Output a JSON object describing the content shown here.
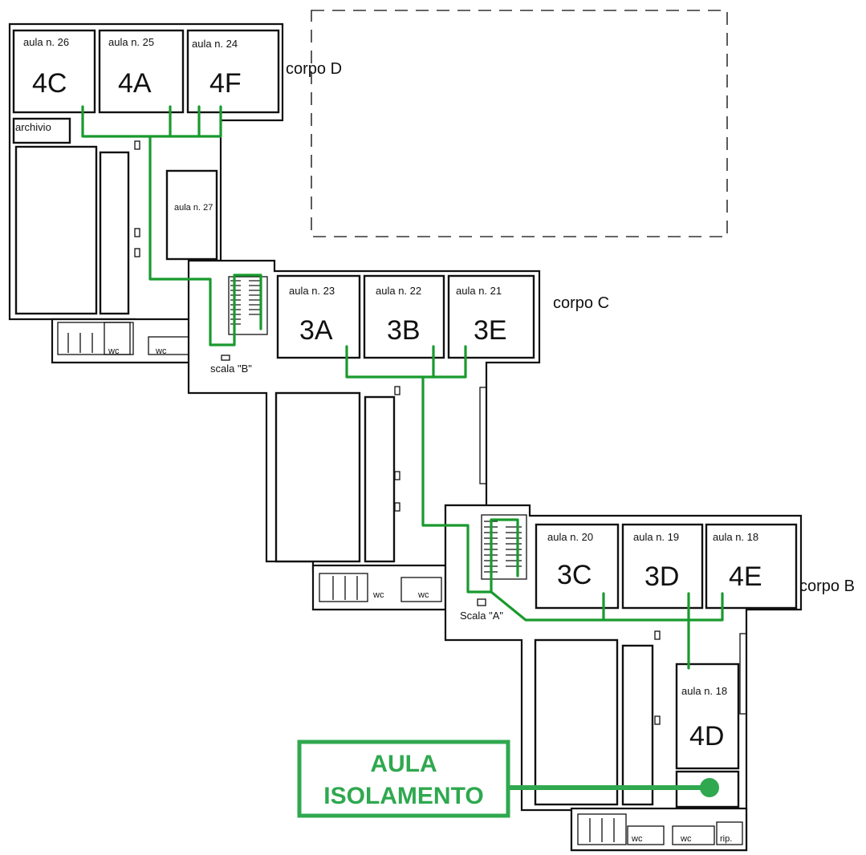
{
  "colors": {
    "route": "#199a2e",
    "isolation": "#2fa84f",
    "ink": "#111111"
  },
  "wings": {
    "corpo_d": "corpo D",
    "corpo_c": "corpo C",
    "corpo_b": "corpo B"
  },
  "rooms": {
    "r26": {
      "label": "aula n. 26",
      "class": "4C"
    },
    "r25": {
      "label": "aula n. 25",
      "class": "4A"
    },
    "r24": {
      "label": "aula n. 24",
      "class": "4F"
    },
    "r27": {
      "label": "aula n. 27"
    },
    "r23": {
      "label": "aula n. 23",
      "class": "3A"
    },
    "r22": {
      "label": "aula n. 22",
      "class": "3B"
    },
    "r21": {
      "label": "aula n. 21",
      "class": "3E"
    },
    "r20": {
      "label": "aula n. 20",
      "class": "3C"
    },
    "r19": {
      "label": "aula n. 19",
      "class": "3D"
    },
    "r18a": {
      "label": "aula n. 18",
      "class": "4E"
    },
    "r18b": {
      "label": "aula n. 18",
      "class": "4D"
    }
  },
  "service": {
    "archivio": "archivio",
    "wc": "wc",
    "rip": "rip.",
    "scala_b": "scala \"B\"",
    "scala_a": "Scala \"A\""
  },
  "isolation": {
    "line1": "AULA",
    "line2": "ISOLAMENTO"
  },
  "icons": {
    "isolation_marker": "filled-circle",
    "route": "green-path"
  }
}
